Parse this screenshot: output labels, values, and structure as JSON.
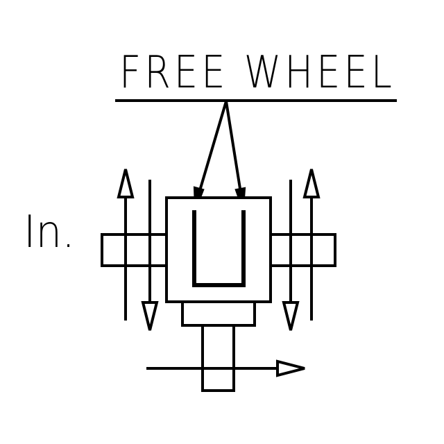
{
  "diagram": {
    "title": "FREE WHEEL",
    "input_label": "In.",
    "stroke_color": "#000000",
    "background": "#ffffff",
    "components": [
      "title-underline",
      "pointer-arrow-left",
      "pointer-arrow-right",
      "housing-box",
      "inner-u-bracket",
      "left-shaft",
      "right-shaft",
      "base-flange",
      "output-shaft",
      "left-up-arrow",
      "left-down-arrow",
      "right-up-arrow",
      "right-down-arrow",
      "output-arrow"
    ]
  }
}
